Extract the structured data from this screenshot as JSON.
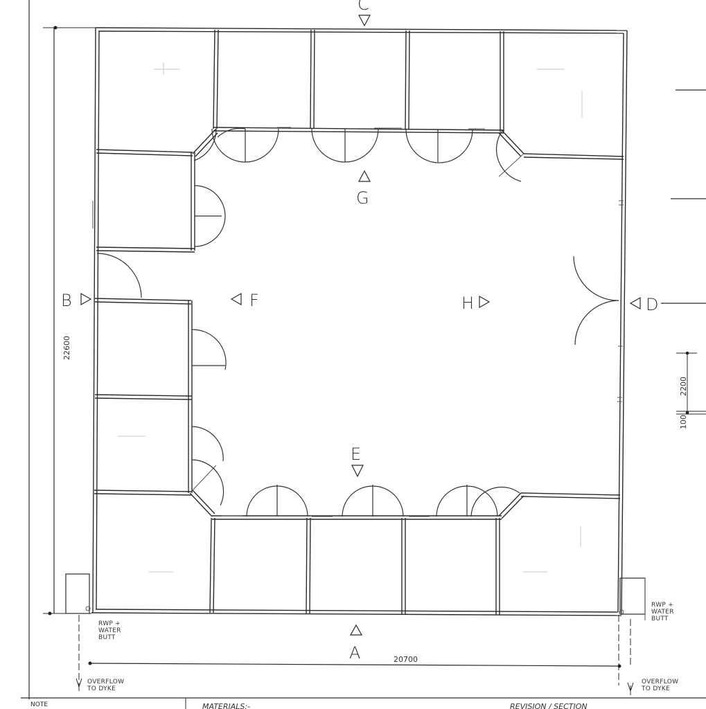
{
  "section_markers": {
    "A": "A",
    "B": "B",
    "C": "C",
    "D": "D",
    "E": "E",
    "F": "F",
    "G": "G",
    "H": "H"
  },
  "dimensions": {
    "overall_height": "22600",
    "overall_width": "20700",
    "side_2200": "2200",
    "side_100": "100"
  },
  "annotations": {
    "rwp_left": [
      "RWP +",
      "WATER",
      "BUTT"
    ],
    "rwp_right": [
      "RWP +",
      "WATER",
      "BUTT"
    ],
    "overflow_left": [
      "OVERFLOW",
      "TO DYKE"
    ],
    "overflow_right": [
      "OVERFLOW",
      "TO DYKE"
    ]
  },
  "title_block": {
    "note_label": "NOTE",
    "materials_label": "MATERIALS:-",
    "revision_text": "REVISION / SECTION"
  }
}
